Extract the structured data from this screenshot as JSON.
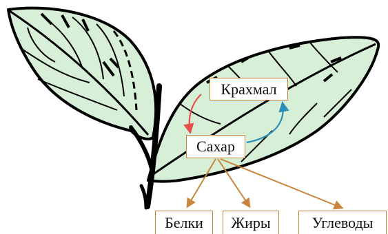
{
  "boxes": {
    "starch": "Крахмал",
    "sugar": "Сахар",
    "proteins": "Белки",
    "fats": "Жиры",
    "carbohydrates": "Углеводы"
  },
  "colors": {
    "leaf_fill": "#d6efd6",
    "outline": "#000000",
    "box_border": "#c8843a",
    "arrow_starch_to_sugar": "#e8504a",
    "arrow_sugar_to_starch": "#2a8fb8",
    "arrow_sugar_to_products": "#c8843a"
  }
}
